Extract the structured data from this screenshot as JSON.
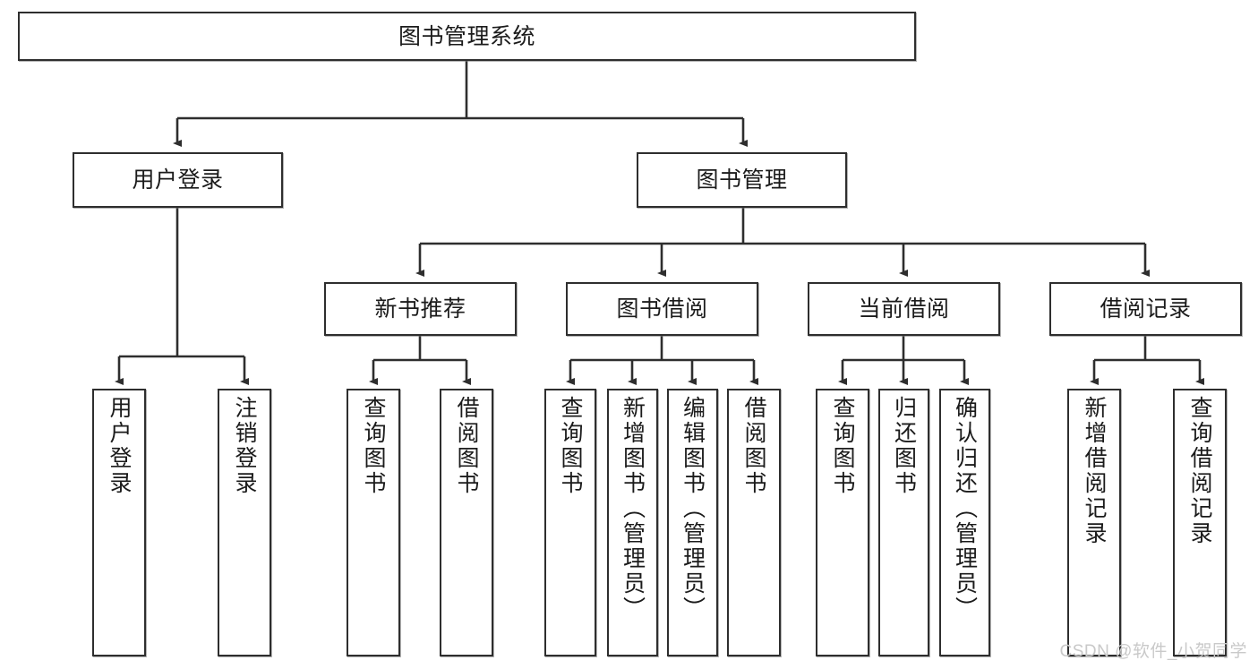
{
  "diagram": {
    "type": "tree",
    "title": "图书管理系统",
    "orientation": "top-down",
    "levels": 4,
    "edge_color": "#2e2e2e",
    "node_fill": "#ffffff",
    "node_border": "#2e2e2e",
    "text_color": "#1b1b1b"
  },
  "watermark": {
    "text": "CSDN @软件_小贺同学",
    "color": "#c9c9c9"
  },
  "nodes": {
    "root": {
      "label": "图书管理系统"
    },
    "level2": [
      {
        "label": "用户登录"
      },
      {
        "label": "图书管理"
      }
    ],
    "level3": [
      {
        "label": "新书推荐"
      },
      {
        "label": "图书借阅"
      },
      {
        "label": "当前借阅"
      },
      {
        "label": "借阅记录"
      }
    ],
    "leaves": {
      "user_login": [
        {
          "label": "用户登录"
        },
        {
          "label": "注销登录"
        }
      ],
      "new_book_recommend": [
        {
          "label": "查询图书"
        },
        {
          "label": "借阅图书"
        }
      ],
      "book_borrow": [
        {
          "label": "查询图书"
        },
        {
          "label": "新增图书（管理员）"
        },
        {
          "label": "编辑图书（管理员）"
        },
        {
          "label": "借阅图书"
        }
      ],
      "current_borrow": [
        {
          "label": "查询图书"
        },
        {
          "label": "归还图书"
        },
        {
          "label": "确认归还（管理员）"
        }
      ],
      "borrow_record": [
        {
          "label": "新增借阅记录"
        },
        {
          "label": "查询借阅记录"
        }
      ]
    }
  }
}
